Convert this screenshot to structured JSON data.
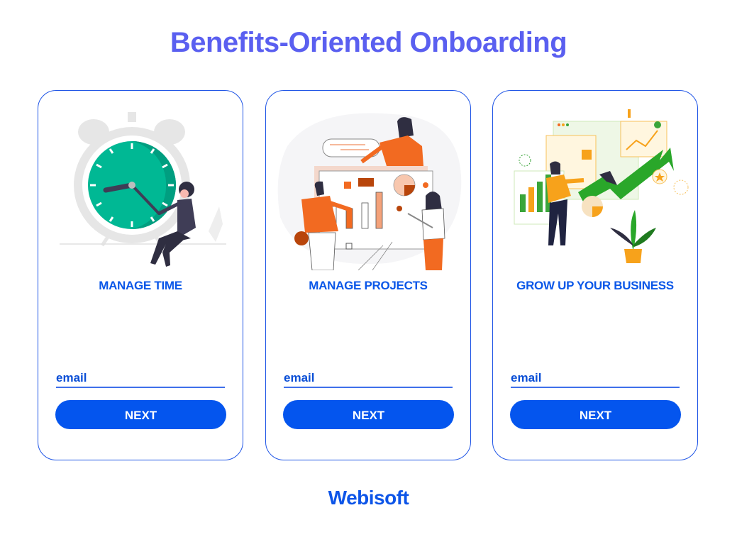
{
  "page": {
    "title": "Benefits-Oriented Onboarding",
    "logo": "Webisoft",
    "accent_color": "#0455ee",
    "title_color": "#5a5ff0"
  },
  "cards": [
    {
      "illustration": "clock-with-woman-illustration",
      "heading": "MANAGE TIME",
      "email_placeholder": "email",
      "button_label": "NEXT"
    },
    {
      "illustration": "team-presenting-charts-illustration",
      "heading": "MANAGE PROJECTS",
      "email_placeholder": "email",
      "button_label": "NEXT"
    },
    {
      "illustration": "growth-chart-man-illustration",
      "heading": "GROW UP YOUR BUSINESS",
      "email_placeholder": "email",
      "button_label": "NEXT"
    }
  ]
}
